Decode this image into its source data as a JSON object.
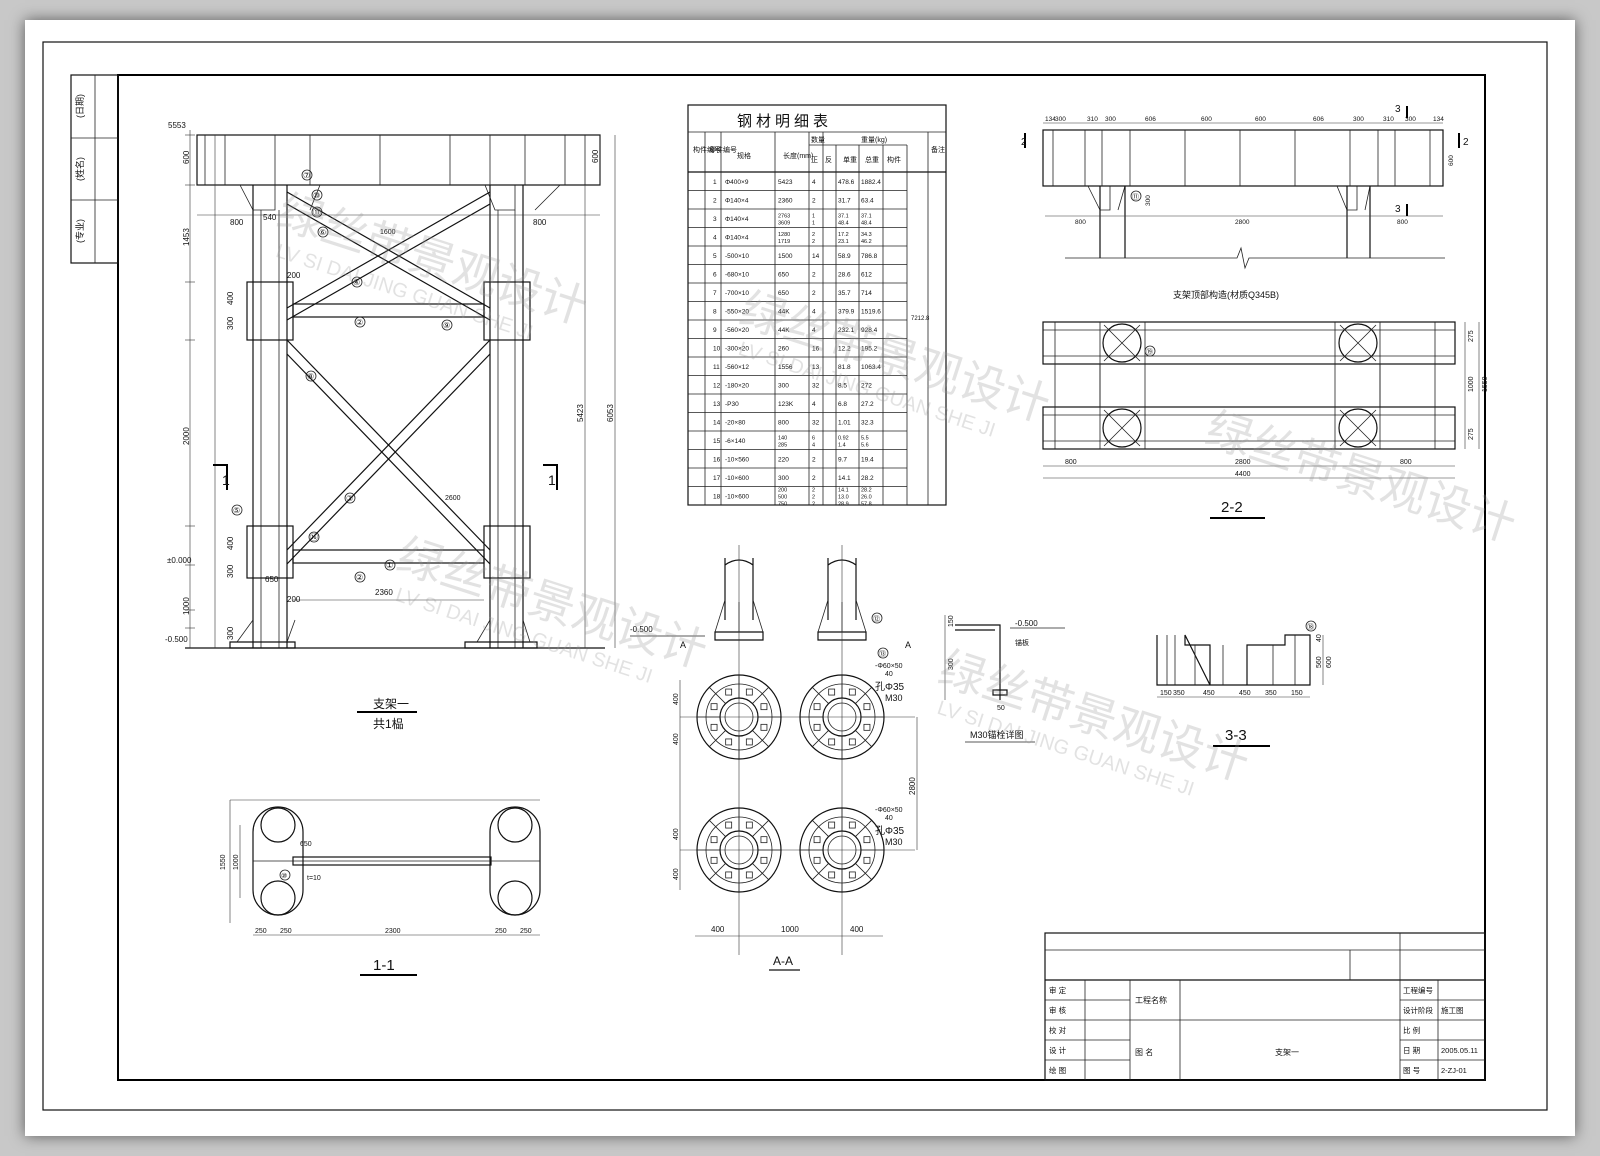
{
  "side_labels": [
    "(日期)",
    "(姓名)",
    "(专业)"
  ],
  "elevation": {
    "caption": "支架一",
    "sub": "共1榀",
    "sec_mark": "1",
    "left_dims": [
      "5553",
      "600",
      "1453",
      "400",
      "300",
      "2000",
      "400",
      "±0.000",
      "300",
      "1000",
      "-0.500",
      "300"
    ],
    "right_dims": [
      "600",
      "5423",
      "6053"
    ],
    "horiz_dims": [
      "800",
      "540",
      "800",
      "200",
      "200",
      "2360",
      "650",
      "1600",
      "2600"
    ],
    "callouts": [
      "⑦",
      "⑩",
      "⑪",
      "⑥",
      "②",
      "①",
      "③",
      "④",
      "⑤",
      "⑯",
      "⑧",
      "⑨"
    ]
  },
  "table": {
    "title": "钢材明细表",
    "headers": [
      "构件编号",
      "零件编号",
      "规格",
      "长度(mm)",
      "数量",
      "单重",
      "总重",
      "构件",
      "重量(kg)",
      "正",
      "反",
      "备注"
    ],
    "rows": [
      [
        "1",
        "Φ400×9",
        "5423",
        "4",
        "478.6",
        "1882.4"
      ],
      [
        "2",
        "Φ140×4",
        "2360",
        "2",
        "31.7",
        "63.4"
      ],
      [
        "3",
        "Φ140×4",
        "2763\n3609",
        "1\n1",
        "37.1\n48.4",
        "37.1\n48.4"
      ],
      [
        "4",
        "Φ140×4",
        "1280\n1719",
        "2\n2",
        "17.2\n23.1",
        "34.3\n46.2"
      ],
      [
        "5",
        "-500×10",
        "1500",
        "14",
        "58.9",
        "786.8"
      ],
      [
        "6",
        "-680×10",
        "650",
        "2",
        "28.6",
        "612"
      ],
      [
        "7",
        "-700×10",
        "650",
        "2",
        "35.7",
        "714"
      ],
      [
        "8",
        "-550×20",
        "44K",
        "4",
        "379.9",
        "1519.6"
      ],
      [
        "9",
        "-560×20",
        "44K",
        "4",
        "232.1",
        "928.4"
      ],
      [
        "10",
        "-300×20",
        "260",
        "16",
        "12.2",
        "195.2"
      ],
      [
        "11",
        "-560×12",
        "1556",
        "13",
        "81.8",
        "1063.4"
      ],
      [
        "12",
        "-180×20",
        "300",
        "32",
        "8.5",
        "272"
      ],
      [
        "13",
        "-P30",
        "123K",
        "4",
        "6.8",
        "27.2"
      ],
      [
        "14",
        "-20×80",
        "800",
        "32",
        "1.01",
        "32.3"
      ],
      [
        "15",
        "-6×140",
        "140\n285",
        "6\n4",
        "0.92\n1.4",
        "5.5\n5.6"
      ],
      [
        "16",
        "-10×560",
        "220",
        "2",
        "9.7",
        "19.4"
      ],
      [
        "17",
        "-10×600",
        "300",
        "2",
        "14.1",
        "28.2"
      ],
      [
        "18",
        "-10×600",
        "200\n500\n750",
        "2\n2\n2",
        "14.1\n13.0\n28.9",
        "28.2\n26.0\n57.8"
      ]
    ],
    "total": "7212.8"
  },
  "top_view": {
    "label": "支架顶部构造(材质Q345B)",
    "dims": [
      "134",
      "300",
      "310",
      "300",
      "606",
      "600",
      "600",
      "606",
      "300",
      "310",
      "300",
      "134",
      "800",
      "2800",
      "800",
      "600",
      "300"
    ],
    "sec_marks": [
      "2",
      "2",
      "3",
      "3"
    ]
  },
  "view22": {
    "label": "2-2",
    "dims": [
      "800",
      "2800",
      "800",
      "4400",
      "275",
      "1000",
      "275",
      "1550"
    ],
    "callout": "⑲"
  },
  "view33": {
    "label": "3-3",
    "dims": [
      "150",
      "350",
      "450",
      "450",
      "350",
      "150",
      "40",
      "560",
      "600"
    ],
    "callout": "⑱"
  },
  "view11": {
    "label": "1-1",
    "dims": [
      "1550",
      "1000",
      "650",
      "250",
      "250",
      "2300",
      "250",
      "250"
    ],
    "note": "t=10"
  },
  "viewAA": {
    "label": "A-A",
    "elev": "-0.500",
    "mark": "A",
    "dims": [
      "400",
      "1000",
      "400",
      "400",
      "400",
      "400",
      "400",
      "2800"
    ],
    "notes": [
      "-Φ60×50",
      "40",
      "孔Φ35",
      "M30"
    ]
  },
  "m30": {
    "label": "M30锚栓详图",
    "elev": "-0.500",
    "dims": [
      "150",
      "300",
      "50"
    ],
    "note": "锚板"
  },
  "title_block": {
    "roles": [
      "审 定",
      "审 核",
      "校 对",
      "设 计",
      "绘 图"
    ],
    "project_label": "工程名称",
    "drawing_label": "图 名",
    "drawing_name": "支架一",
    "fields": [
      [
        "工程编号",
        ""
      ],
      [
        "设计阶段",
        "施工图"
      ],
      [
        "比 例",
        ""
      ],
      [
        "日 期",
        "2005.05.11"
      ],
      [
        "图 号",
        "2-ZJ-01"
      ]
    ]
  },
  "watermark": {
    "cn": "绿丝带景观设计",
    "en": "LV SI DAI JING GUAN SHE JI"
  }
}
